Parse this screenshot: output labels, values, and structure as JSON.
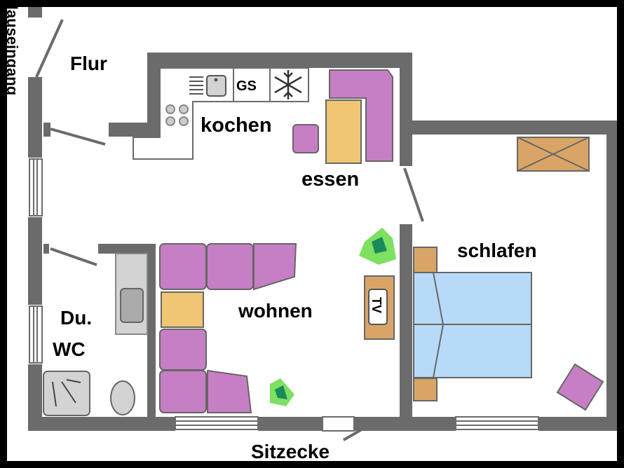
{
  "plan": {
    "rooms": {
      "flur": "Flur",
      "kochen": "kochen",
      "essen": "essen",
      "schlafen": "schlafen",
      "wohnen": "wohnen",
      "du": "Du.",
      "wc": "WC",
      "sitzecke": "Sitzecke",
      "hauseingang": "Hauseingang"
    },
    "appliances": {
      "dishwasher": "GS",
      "tv": "TV"
    },
    "colors": {
      "wall": "#6b6b6b",
      "sofa": "#c67fc5",
      "sofa_edge": "#d98fc4",
      "table": "#f0c674",
      "wood": "#d9a566",
      "bed": "#b7daf8",
      "plant_light": "#7de060",
      "plant_dark": "#1a8a5a",
      "fixture": "#d3d3d3"
    }
  }
}
